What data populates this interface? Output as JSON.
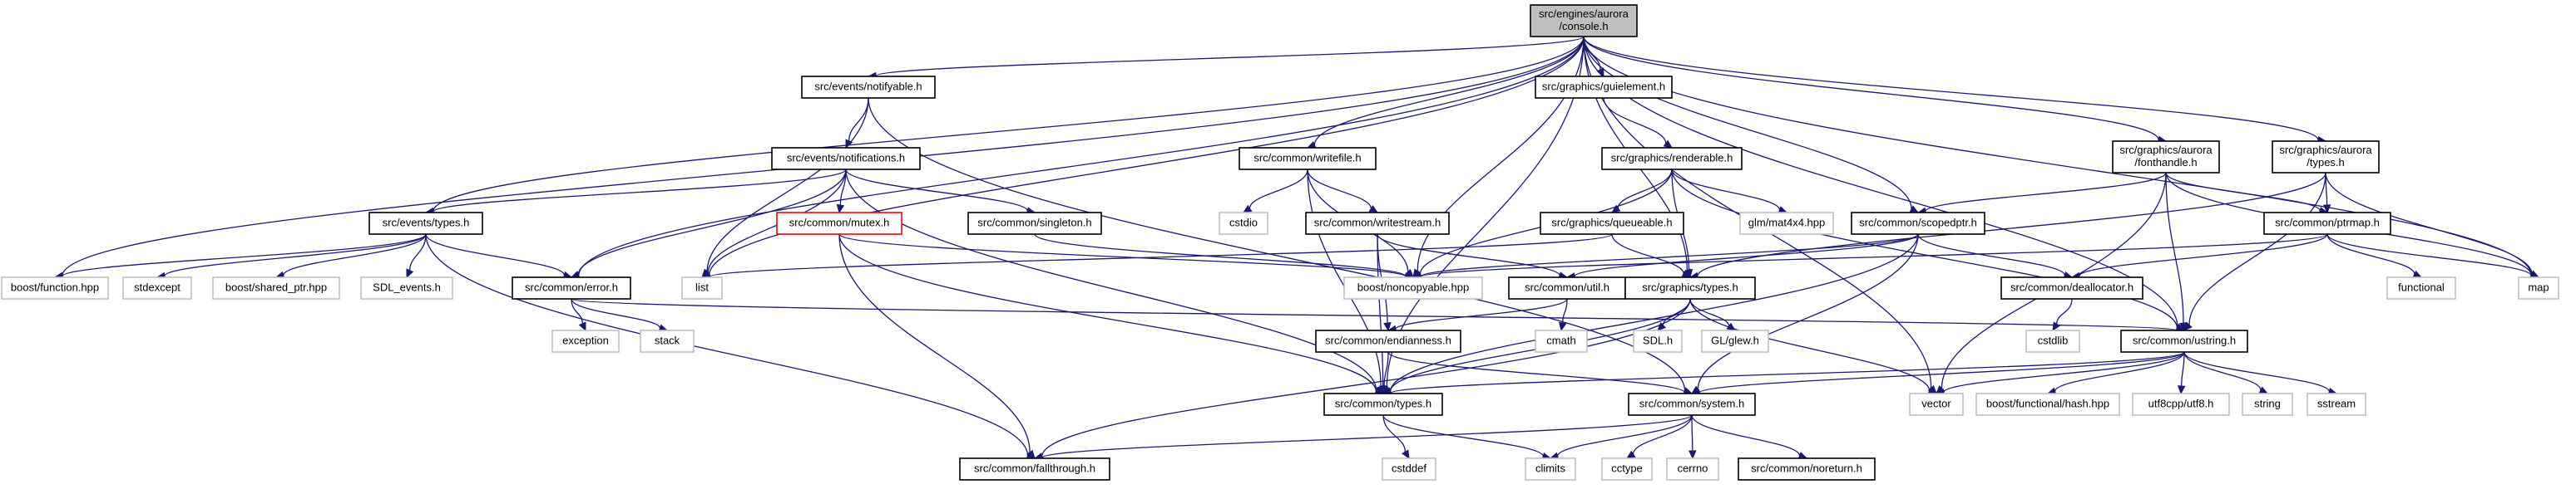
{
  "colors": {
    "edge": "#191970",
    "root_fill": "#bfbfbf",
    "file_border": "#000000",
    "system_border": "#bfbfbf",
    "incomplete_border": "#ff0000"
  },
  "nodes": [
    {
      "id": "console",
      "lines": [
        "src/engines/aurora",
        "/console.h"
      ],
      "kind": "root"
    },
    {
      "id": "notifyable",
      "lines": [
        "src/events/notifyable.h"
      ],
      "kind": "file"
    },
    {
      "id": "guielement",
      "lines": [
        "src/graphics/guielement.h"
      ],
      "kind": "file"
    },
    {
      "id": "notifications",
      "lines": [
        "src/events/notifications.h"
      ],
      "kind": "file"
    },
    {
      "id": "writefile",
      "lines": [
        "src/common/writefile.h"
      ],
      "kind": "file"
    },
    {
      "id": "renderable",
      "lines": [
        "src/graphics/renderable.h"
      ],
      "kind": "file"
    },
    {
      "id": "fonthandle",
      "lines": [
        "src/graphics/aurora",
        "/fonthandle.h"
      ],
      "kind": "file"
    },
    {
      "id": "auroratypes",
      "lines": [
        "src/graphics/aurora",
        "/types.h"
      ],
      "kind": "file"
    },
    {
      "id": "eventstypes",
      "lines": [
        "src/events/types.h"
      ],
      "kind": "file"
    },
    {
      "id": "mutex",
      "lines": [
        "src/common/mutex.h"
      ],
      "kind": "incomplete"
    },
    {
      "id": "singleton",
      "lines": [
        "src/common/singleton.h"
      ],
      "kind": "file"
    },
    {
      "id": "cstdio",
      "lines": [
        "cstdio"
      ],
      "kind": "system"
    },
    {
      "id": "writestream",
      "lines": [
        "src/common/writestream.h"
      ],
      "kind": "file"
    },
    {
      "id": "glm",
      "lines": [
        "glm/mat4x4.hpp"
      ],
      "kind": "system"
    },
    {
      "id": "queueable",
      "lines": [
        "src/graphics/queueable.h"
      ],
      "kind": "file"
    },
    {
      "id": "scopedptr",
      "lines": [
        "src/common/scopedptr.h"
      ],
      "kind": "file"
    },
    {
      "id": "ptrmap",
      "lines": [
        "src/common/ptrmap.h"
      ],
      "kind": "file"
    },
    {
      "id": "boostfunction",
      "lines": [
        "boost/function.hpp"
      ],
      "kind": "system"
    },
    {
      "id": "stdexcept",
      "lines": [
        "stdexcept"
      ],
      "kind": "system"
    },
    {
      "id": "sharedptr",
      "lines": [
        "boost/shared_ptr.hpp"
      ],
      "kind": "system"
    },
    {
      "id": "sdlevents",
      "lines": [
        "SDL_events.h"
      ],
      "kind": "system"
    },
    {
      "id": "error",
      "lines": [
        "src/common/error.h"
      ],
      "kind": "file"
    },
    {
      "id": "list",
      "lines": [
        "list"
      ],
      "kind": "system"
    },
    {
      "id": "noncopyable",
      "lines": [
        "boost/noncopyable.hpp"
      ],
      "kind": "system"
    },
    {
      "id": "util",
      "lines": [
        "src/common/util.h"
      ],
      "kind": "file"
    },
    {
      "id": "graphicstypes",
      "lines": [
        "src/graphics/types.h"
      ],
      "kind": "file"
    },
    {
      "id": "deallocator",
      "lines": [
        "src/common/deallocator.h"
      ],
      "kind": "file"
    },
    {
      "id": "functional",
      "lines": [
        "functional"
      ],
      "kind": "system"
    },
    {
      "id": "map",
      "lines": [
        "map"
      ],
      "kind": "system"
    },
    {
      "id": "exception",
      "lines": [
        "exception"
      ],
      "kind": "system"
    },
    {
      "id": "stack",
      "lines": [
        "stack"
      ],
      "kind": "system"
    },
    {
      "id": "cmath",
      "lines": [
        "cmath"
      ],
      "kind": "system"
    },
    {
      "id": "endianness",
      "lines": [
        "src/common/endianness.h"
      ],
      "kind": "file"
    },
    {
      "id": "sdlh",
      "lines": [
        "SDL.h"
      ],
      "kind": "system"
    },
    {
      "id": "glew",
      "lines": [
        "GL/glew.h"
      ],
      "kind": "system"
    },
    {
      "id": "cstdlib",
      "lines": [
        "cstdlib"
      ],
      "kind": "system"
    },
    {
      "id": "ustring",
      "lines": [
        "src/common/ustring.h"
      ],
      "kind": "file"
    },
    {
      "id": "commontypes",
      "lines": [
        "src/common/types.h"
      ],
      "kind": "file"
    },
    {
      "id": "system",
      "lines": [
        "src/common/system.h"
      ],
      "kind": "file"
    },
    {
      "id": "vector",
      "lines": [
        "vector"
      ],
      "kind": "system"
    },
    {
      "id": "hash",
      "lines": [
        "boost/functional/hash.hpp"
      ],
      "kind": "system"
    },
    {
      "id": "utf8",
      "lines": [
        "utf8cpp/utf8.h"
      ],
      "kind": "system"
    },
    {
      "id": "string",
      "lines": [
        "string"
      ],
      "kind": "system"
    },
    {
      "id": "sstream",
      "lines": [
        "sstream"
      ],
      "kind": "system"
    },
    {
      "id": "cstddef",
      "lines": [
        "cstddef"
      ],
      "kind": "system"
    },
    {
      "id": "climits",
      "lines": [
        "climits"
      ],
      "kind": "system"
    },
    {
      "id": "cctype",
      "lines": [
        "cctype"
      ],
      "kind": "system"
    },
    {
      "id": "cerrno",
      "lines": [
        "cerrno"
      ],
      "kind": "system"
    },
    {
      "id": "noreturn",
      "lines": [
        "src/common/noreturn.h"
      ],
      "kind": "file"
    },
    {
      "id": "fallthrough",
      "lines": [
        "src/common/fallthrough.h"
      ],
      "kind": "file"
    }
  ],
  "edges": [
    [
      "console",
      "notifyable"
    ],
    [
      "console",
      "guielement"
    ],
    [
      "console",
      "writefile"
    ],
    [
      "console",
      "fonthandle"
    ],
    [
      "console",
      "auroratypes"
    ],
    [
      "console",
      "eventstypes"
    ],
    [
      "console",
      "boostfunction"
    ],
    [
      "console",
      "error"
    ],
    [
      "console",
      "list"
    ],
    [
      "console",
      "noncopyable"
    ],
    [
      "console",
      "graphicstypes"
    ],
    [
      "console",
      "scopedptr"
    ],
    [
      "console",
      "map"
    ],
    [
      "console",
      "ustring"
    ],
    [
      "console",
      "commontypes"
    ],
    [
      "console",
      "vector"
    ],
    [
      "notifyable",
      "notifications"
    ],
    [
      "notifyable",
      "list"
    ],
    [
      "notifyable",
      "system"
    ],
    [
      "notifications",
      "eventstypes"
    ],
    [
      "notifications",
      "mutex"
    ],
    [
      "notifications",
      "singleton"
    ],
    [
      "notifications",
      "list"
    ],
    [
      "notifications",
      "commontypes"
    ],
    [
      "notifications",
      "error"
    ],
    [
      "eventstypes",
      "boostfunction"
    ],
    [
      "eventstypes",
      "stdexcept"
    ],
    [
      "eventstypes",
      "sharedptr"
    ],
    [
      "eventstypes",
      "sdlevents"
    ],
    [
      "eventstypes",
      "error"
    ],
    [
      "eventstypes",
      "fallthrough"
    ],
    [
      "mutex",
      "noncopyable"
    ],
    [
      "mutex",
      "commontypes"
    ],
    [
      "mutex",
      "fallthrough"
    ],
    [
      "singleton",
      "noncopyable"
    ],
    [
      "guielement",
      "renderable"
    ],
    [
      "writefile",
      "cstdio"
    ],
    [
      "writefile",
      "writestream"
    ],
    [
      "writefile",
      "noncopyable"
    ],
    [
      "writefile",
      "commontypes"
    ],
    [
      "writestream",
      "util"
    ],
    [
      "writestream",
      "endianness"
    ],
    [
      "writestream",
      "commontypes"
    ],
    [
      "renderable",
      "queueable"
    ],
    [
      "renderable",
      "glm"
    ],
    [
      "renderable",
      "graphicstypes"
    ],
    [
      "renderable",
      "noncopyable"
    ],
    [
      "renderable",
      "ustring"
    ],
    [
      "queueable",
      "graphicstypes"
    ],
    [
      "queueable",
      "list"
    ],
    [
      "fonthandle",
      "scopedptr"
    ],
    [
      "fonthandle",
      "ptrmap"
    ],
    [
      "fonthandle",
      "ustring"
    ],
    [
      "fonthandle",
      "map"
    ],
    [
      "fonthandle",
      "vector"
    ],
    [
      "auroratypes",
      "ptrmap"
    ],
    [
      "auroratypes",
      "map"
    ],
    [
      "auroratypes",
      "ustring"
    ],
    [
      "auroratypes",
      "graphicstypes"
    ],
    [
      "scopedptr",
      "noncopyable"
    ],
    [
      "scopedptr",
      "util"
    ],
    [
      "scopedptr",
      "deallocator"
    ],
    [
      "scopedptr",
      "commontypes"
    ],
    [
      "scopedptr",
      "system"
    ],
    [
      "ptrmap",
      "functional"
    ],
    [
      "ptrmap",
      "map"
    ],
    [
      "ptrmap",
      "noncopyable"
    ],
    [
      "ptrmap",
      "deallocator"
    ],
    [
      "error",
      "exception"
    ],
    [
      "error",
      "stack"
    ],
    [
      "error",
      "ustring"
    ],
    [
      "util",
      "cmath"
    ],
    [
      "util",
      "endianness"
    ],
    [
      "graphicstypes",
      "sdlh"
    ],
    [
      "graphicstypes",
      "glew"
    ],
    [
      "graphicstypes",
      "vector"
    ],
    [
      "graphicstypes",
      "commontypes"
    ],
    [
      "graphicstypes",
      "fallthrough"
    ],
    [
      "deallocator",
      "cstdlib"
    ],
    [
      "endianness",
      "commontypes"
    ],
    [
      "endianness",
      "system"
    ],
    [
      "ustring",
      "commontypes"
    ],
    [
      "ustring",
      "system"
    ],
    [
      "ustring",
      "vector"
    ],
    [
      "ustring",
      "hash"
    ],
    [
      "ustring",
      "utf8"
    ],
    [
      "ustring",
      "string"
    ],
    [
      "ustring",
      "sstream"
    ],
    [
      "commontypes",
      "cstddef"
    ],
    [
      "commontypes",
      "climits"
    ],
    [
      "system",
      "climits"
    ],
    [
      "system",
      "cctype"
    ],
    [
      "system",
      "cerrno"
    ],
    [
      "system",
      "noreturn"
    ],
    [
      "system",
      "fallthrough"
    ]
  ]
}
